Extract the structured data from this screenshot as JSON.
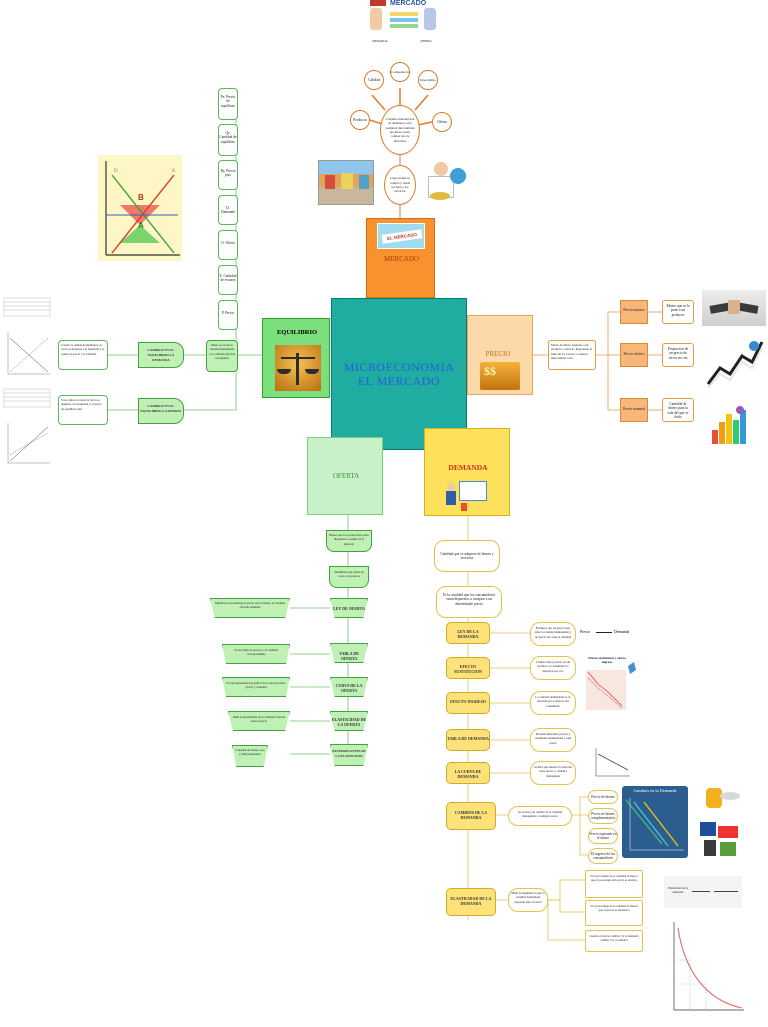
{
  "center": {
    "title_l1": "MICROECONOMIA",
    "title_l2": "EL MERCADO"
  },
  "mercado": {
    "label": "MERCADO",
    "banner": "EL MERCADO",
    "top_title": "MERCADO",
    "desc1": "Conjunto mundial don de demanda y ofer compiten intercambian productos sobre compar dos de mercados",
    "desc2": "Lugar donde se compra y vende los bien y los servicios",
    "nodes": [
      "Producto",
      "Calidad",
      "Competencia",
      "Intercambio",
      "Oferta"
    ],
    "legend": [
      "DEMANDA",
      "OFERTA"
    ]
  },
  "precio": {
    "label": "PRECIO",
    "desc": "Monto de dinero asignado a un producto o servicio. Representa la suma de los valores a comprar / intercambiar valor",
    "tags": [
      "Precio unitario",
      "Precio relativo",
      "Precio nominal"
    ],
    "descs": [
      "Monto que se le pone a un producto",
      "Proporcion de un precio de otro/a en con",
      "Cantidad de dinero para la sola del que se dado"
    ]
  },
  "equilibrio": {
    "label": "EQUILIBRIO",
    "desc": "Punto en el que la cantidad demandada y la cantidad ofrecida son iguales",
    "notes": [
      "Pe. Precio de equilibrio",
      "Qe. Cantidad de equilibrio",
      "Pp. Precio piso",
      "D. Demanda",
      "O. Oferta",
      "E. Cantidad de escasez",
      "P. Precio"
    ],
    "cambio1": "CAMBIOS EN EL EQUILIBRIO LA DEMANDA",
    "cambio2": "CAMBIOS EN EL EQUILIBRIO LA OFERTA",
    "cambio1_desc": "Cuando la demanda disminuye, la curva se desplaza a la izquierda y se reduce el precio y la cantidad",
    "cambio2_desc": "Si se reduce la oferta la curva se desplaza a la izquierda y el precio de equilibrio sube",
    "graph_labels": [
      "S",
      "D",
      "B",
      "A"
    ]
  },
  "oferta": {
    "label": "OFERTA",
    "items": [
      "Bienes que los productores estan dispuestos a vender en el mercado",
      "Manifiesta que existe un costo a los precios",
      "LEY DE OFERTA",
      "TABLA DE OFERTA",
      "CURVA DE LA OFERTA",
      "ELASTICIDAD DE LA OFERTA",
      "DETERMINANTES DE LA ELASTICIDAD"
    ],
    "left": [
      "Mientras se incrementa el precio de los bienes, la cantidad ofrecida aumenta",
      "Se usa tabla de precios y la cantidad correspondiente",
      "Es una representacion grafica de la relacion entre precio y cantidad",
      "Mide la sensibilidad de la cantidad ofrecida ante el precio",
      "Cantidad de tiempo, uso y almacenamiento"
    ]
  },
  "demanda": {
    "label": "DEMANDA",
    "intro": [
      "Cantidad que se adquiere de bienes y servicios",
      "Es la cantidad que los consumidores estan dispuestos a comprar a un determinado precio"
    ],
    "tags": [
      "LEY DE LA DEMANDA",
      "EFECTO SUSTITUCION",
      "EFECTO INGRESO",
      "TABLA DE DEMANDA",
      "LA CURVA DE DEMANDA",
      "CAMBIOS DE LA DEMANDA",
      "ELASTICIDAD DE LA DEMANDA"
    ],
    "descs": [
      "Establece que un precio bajo sube la cantidad demandada y un precio alto baja la cantidad",
      "Cuando sube el precio de un producto el consumidor lo sustituye por otro",
      "La cantidad demandada se ve afectada por el ingreso del consumidor",
      "Presenta diferentes precios y cantidades demandadas a cada precio",
      "Grafica que muestra la relacion entre precio y cantidad demandada",
      "Se produce un cambio de la cantidad demandada a cualquier precio",
      "Mide la magnitud en que la cantidad demandada responde ante el precio"
    ],
    "cambios": [
      "Precio de bienes",
      "Precio de bienes complementarios",
      "Precio esperado en el futuro",
      "El ingreso de los consumidores"
    ],
    "elasticity": [
      "Si el porcentaje de la cantidad es mayor que el porcentaje del precio es elastica",
      "Si el porcentaje de la cantidad es menor que el precio es inelastica",
      "Cuando el precio cambia 1% la demanda cambia 1%, es unitaria"
    ],
    "price_arrow": [
      "Precio",
      "Demanda"
    ],
    "chart_title": "Efecto sustitucion y efecto ingreso",
    "graph_title": "Cambios en la Demanda",
    "formula": "Elasticidad de la demanda"
  },
  "colors": {
    "center": "#1eada0",
    "mercado": "#f7922e",
    "precio": "#fcd9a8",
    "equilibrio": "#7be07b",
    "oferta": "#c9f1c9",
    "demanda": "#fde15a"
  }
}
